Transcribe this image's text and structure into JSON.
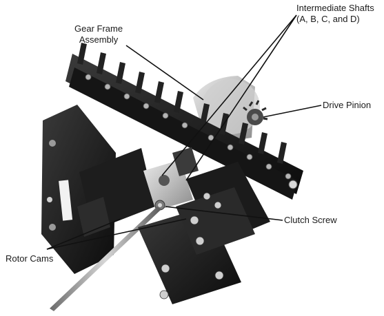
{
  "labels": {
    "gear_frame": [
      "Gear Frame",
      "Assembly"
    ],
    "shafts": [
      "Intermediate Shafts",
      "(A, B, C, and D)"
    ],
    "drive_pinion": "Drive Pinion",
    "clutch_screw": "Clutch Screw",
    "rotor_cams": "Rotor Cams"
  },
  "colors": {
    "background": "#ffffff",
    "leader_line": "#111111",
    "text": "#1a1a1a"
  }
}
